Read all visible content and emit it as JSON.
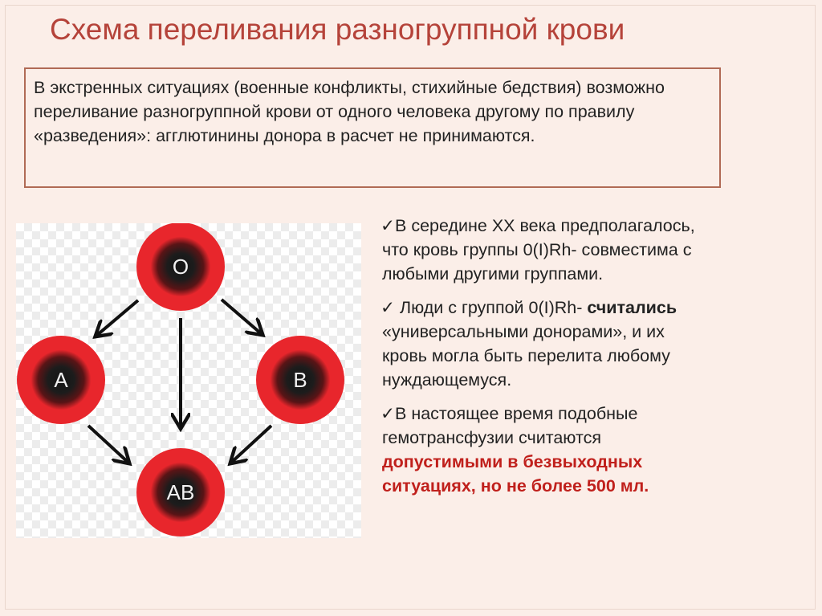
{
  "slide": {
    "title": "Схема переливания разногруппной крови",
    "intro": "В экстренных ситуациях (военные конфликты, стихийные бедствия) возможно переливание разногруппной крови от одного человека другому по правилу «разведения»: агглютинины донора в расчет не принимаются."
  },
  "diagram": {
    "nodes": {
      "o": "O",
      "a": "A",
      "b": "B",
      "ab": "AB"
    },
    "colors": {
      "ring": "#e8262c",
      "core": "#1a1a1a"
    }
  },
  "bullets": {
    "b1": {
      "line1": "✓В середине XX века предполагалось,",
      "line2": "что кровь группы 0(I)Rh- совместима с",
      "line3": "любыми другими группами."
    },
    "b2": {
      "line1_a": "✓ Люди с группой 0(I)Rh- ",
      "line1_b": "считались",
      "line2": "«универсальными донорами», и их",
      "line3": "кровь могла быть перелита любому",
      "line4": "нуждающемуся."
    },
    "b3": {
      "line1": "✓В настоящее время подобные",
      "line2": "гемотрансфузии считаются",
      "line3": "допустимыми в безвыходных",
      "line4": "ситуациях, но не более 500 мл."
    }
  }
}
